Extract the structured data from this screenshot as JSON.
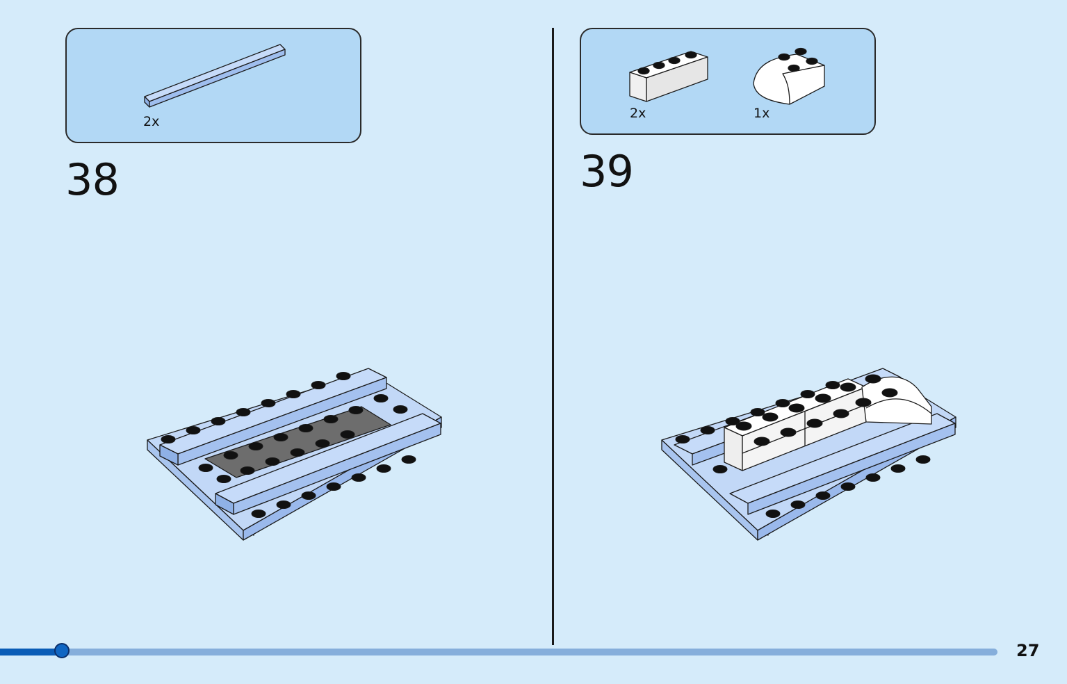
{
  "steps": [
    {
      "number": "38",
      "parts": [
        {
          "qty": "2x",
          "name": "light-blue-tile-1x8"
        }
      ]
    },
    {
      "number": "39",
      "parts": [
        {
          "qty": "2x",
          "name": "white-brick-1x4"
        },
        {
          "qty": "1x",
          "name": "white-curved-slope-2x2"
        }
      ]
    }
  ],
  "progress": {
    "fraction": 0.062
  },
  "page_number": "27",
  "colors": {
    "background": "#d5ebfa",
    "parts_box": "#b2d8f5",
    "light_blue_piece": "#b6cff5",
    "dark_grey_plate": "#6d6d6d",
    "white_piece": "#ffffff",
    "progress_fill": "#0a5cb6",
    "progress_track": "#86aedb"
  }
}
